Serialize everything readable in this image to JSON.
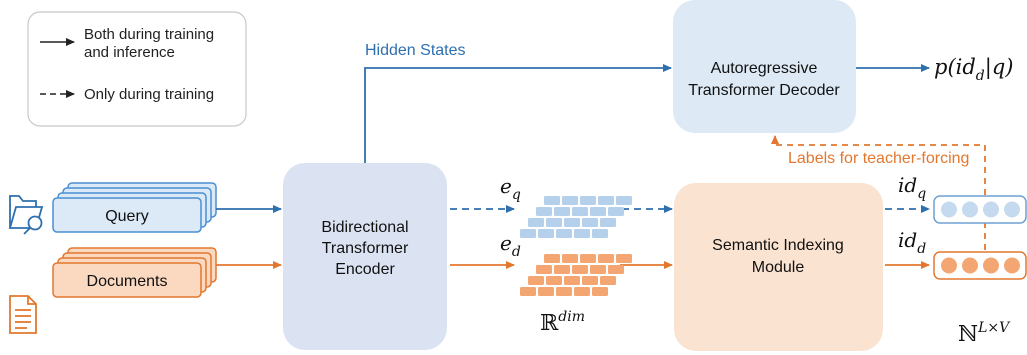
{
  "legend": {
    "solid_label_line1": "Both during training",
    "solid_label_line2": "and inference",
    "dashed_label": "Only during training"
  },
  "inputs": {
    "query_label": "Query",
    "documents_label": "Documents"
  },
  "encoder": {
    "line1": "Bidirectional",
    "line2": "Transformer",
    "line3": "Encoder"
  },
  "decoder": {
    "line1": "Autoregressive",
    "line2": "Transformer Decoder"
  },
  "indexer": {
    "line1": "Semantic Indexing",
    "line2": "Module"
  },
  "labels": {
    "hidden_states": "Hidden States",
    "teacher_forcing": "Labels for teacher-forcing"
  },
  "math": {
    "eq_base": "e",
    "eq_sub": "q",
    "ed_base": "e",
    "ed_sub": "d",
    "real_base": "ℝ",
    "real_sup": "dim",
    "idq_base": "id",
    "idq_sub": "q",
    "idd_base": "id",
    "idd_sub": "d",
    "nat_base": "ℕ",
    "nat_sup": "L×V",
    "output_prefix": "p(id",
    "output_sub": "d",
    "output_suffix": "|q)"
  },
  "colors": {
    "blue": "#2e6fae",
    "orange": "#e2782f",
    "encoder_fill": "#dbe3f3",
    "decoder_fill": "#dde9f5",
    "indexer_fill": "#fbe3d1",
    "query_fill": "#dce9f7",
    "doc_fill": "#fbd9c0",
    "block_blue": "#b5d0ea",
    "block_orange": "#f4a672"
  }
}
